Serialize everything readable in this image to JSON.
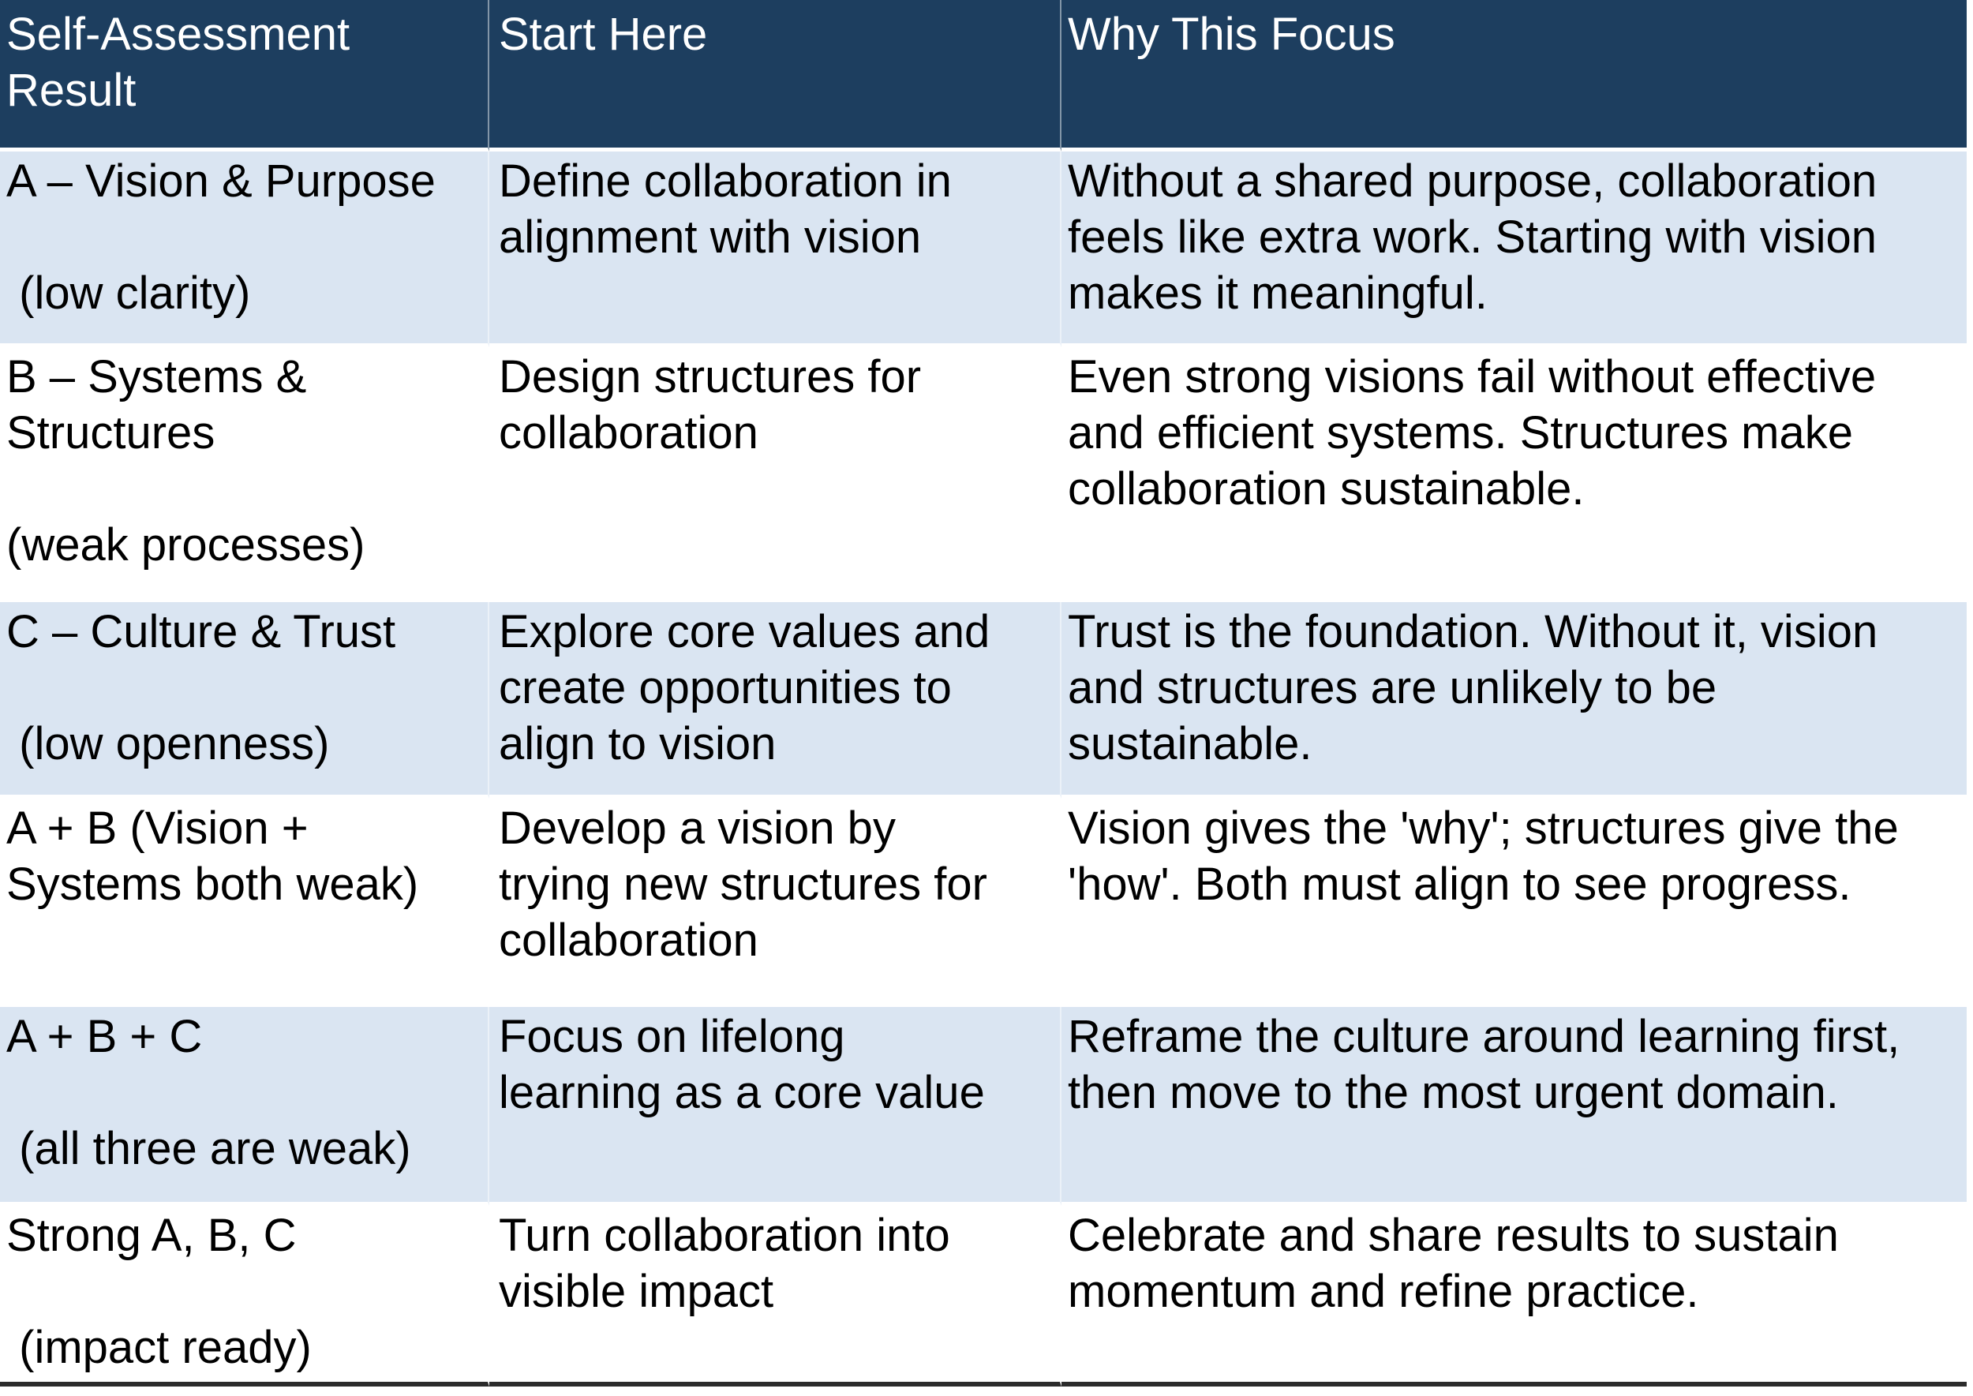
{
  "colors": {
    "header_bg": "#1D3E5F",
    "header_text": "#FFFFFF",
    "row_alt_bg": "#DAE5F2",
    "row_bg": "#FFFFFF",
    "body_text": "#000000",
    "bottom_border": "#2B2B2B"
  },
  "table": {
    "columns": [
      {
        "label": "Self-Assessment Result"
      },
      {
        "label": "Start Here"
      },
      {
        "label": "Why This Focus"
      }
    ],
    "rows": [
      {
        "result": "A – Vision & Purpose\n\n (low clarity)",
        "start_here": "Define collaboration in alignment with vision",
        "why": "Without a shared purpose, collaboration feels like extra work. Starting with vision makes it meaningful.",
        "shaded": true
      },
      {
        "result": "B – Systems & Structures\n\n(weak processes)",
        "start_here": "Design structures for collaboration",
        "why": "Even strong visions fail without effective and efficient systems. Structures make collaboration sustainable.",
        "shaded": false
      },
      {
        "result": "C – Culture & Trust\n\n (low openness)",
        "start_here": "Explore core values and create opportunities to align to vision",
        "why": "Trust is the foundation. Without it, vision and structures are unlikely to be sustainable.",
        "shaded": true
      },
      {
        "result": "A + B (Vision + Systems both weak)",
        "start_here": "Develop a vision by trying new structures for collaboration",
        "why": "Vision gives the 'why'; structures give the 'how'. Both must align to see progress.",
        "shaded": false
      },
      {
        "result": "A + B + C\n\n (all three are weak)",
        "start_here": "Focus on lifelong learning as a core value",
        "why": "Reframe the culture around learning first, then move to the most urgent domain.",
        "shaded": true
      },
      {
        "result": "Strong A, B, C\n\n (impact ready)",
        "start_here": "Turn collaboration into visible impact",
        "why": "Celebrate and share results to sustain momentum and refine practice.",
        "shaded": false
      }
    ]
  }
}
